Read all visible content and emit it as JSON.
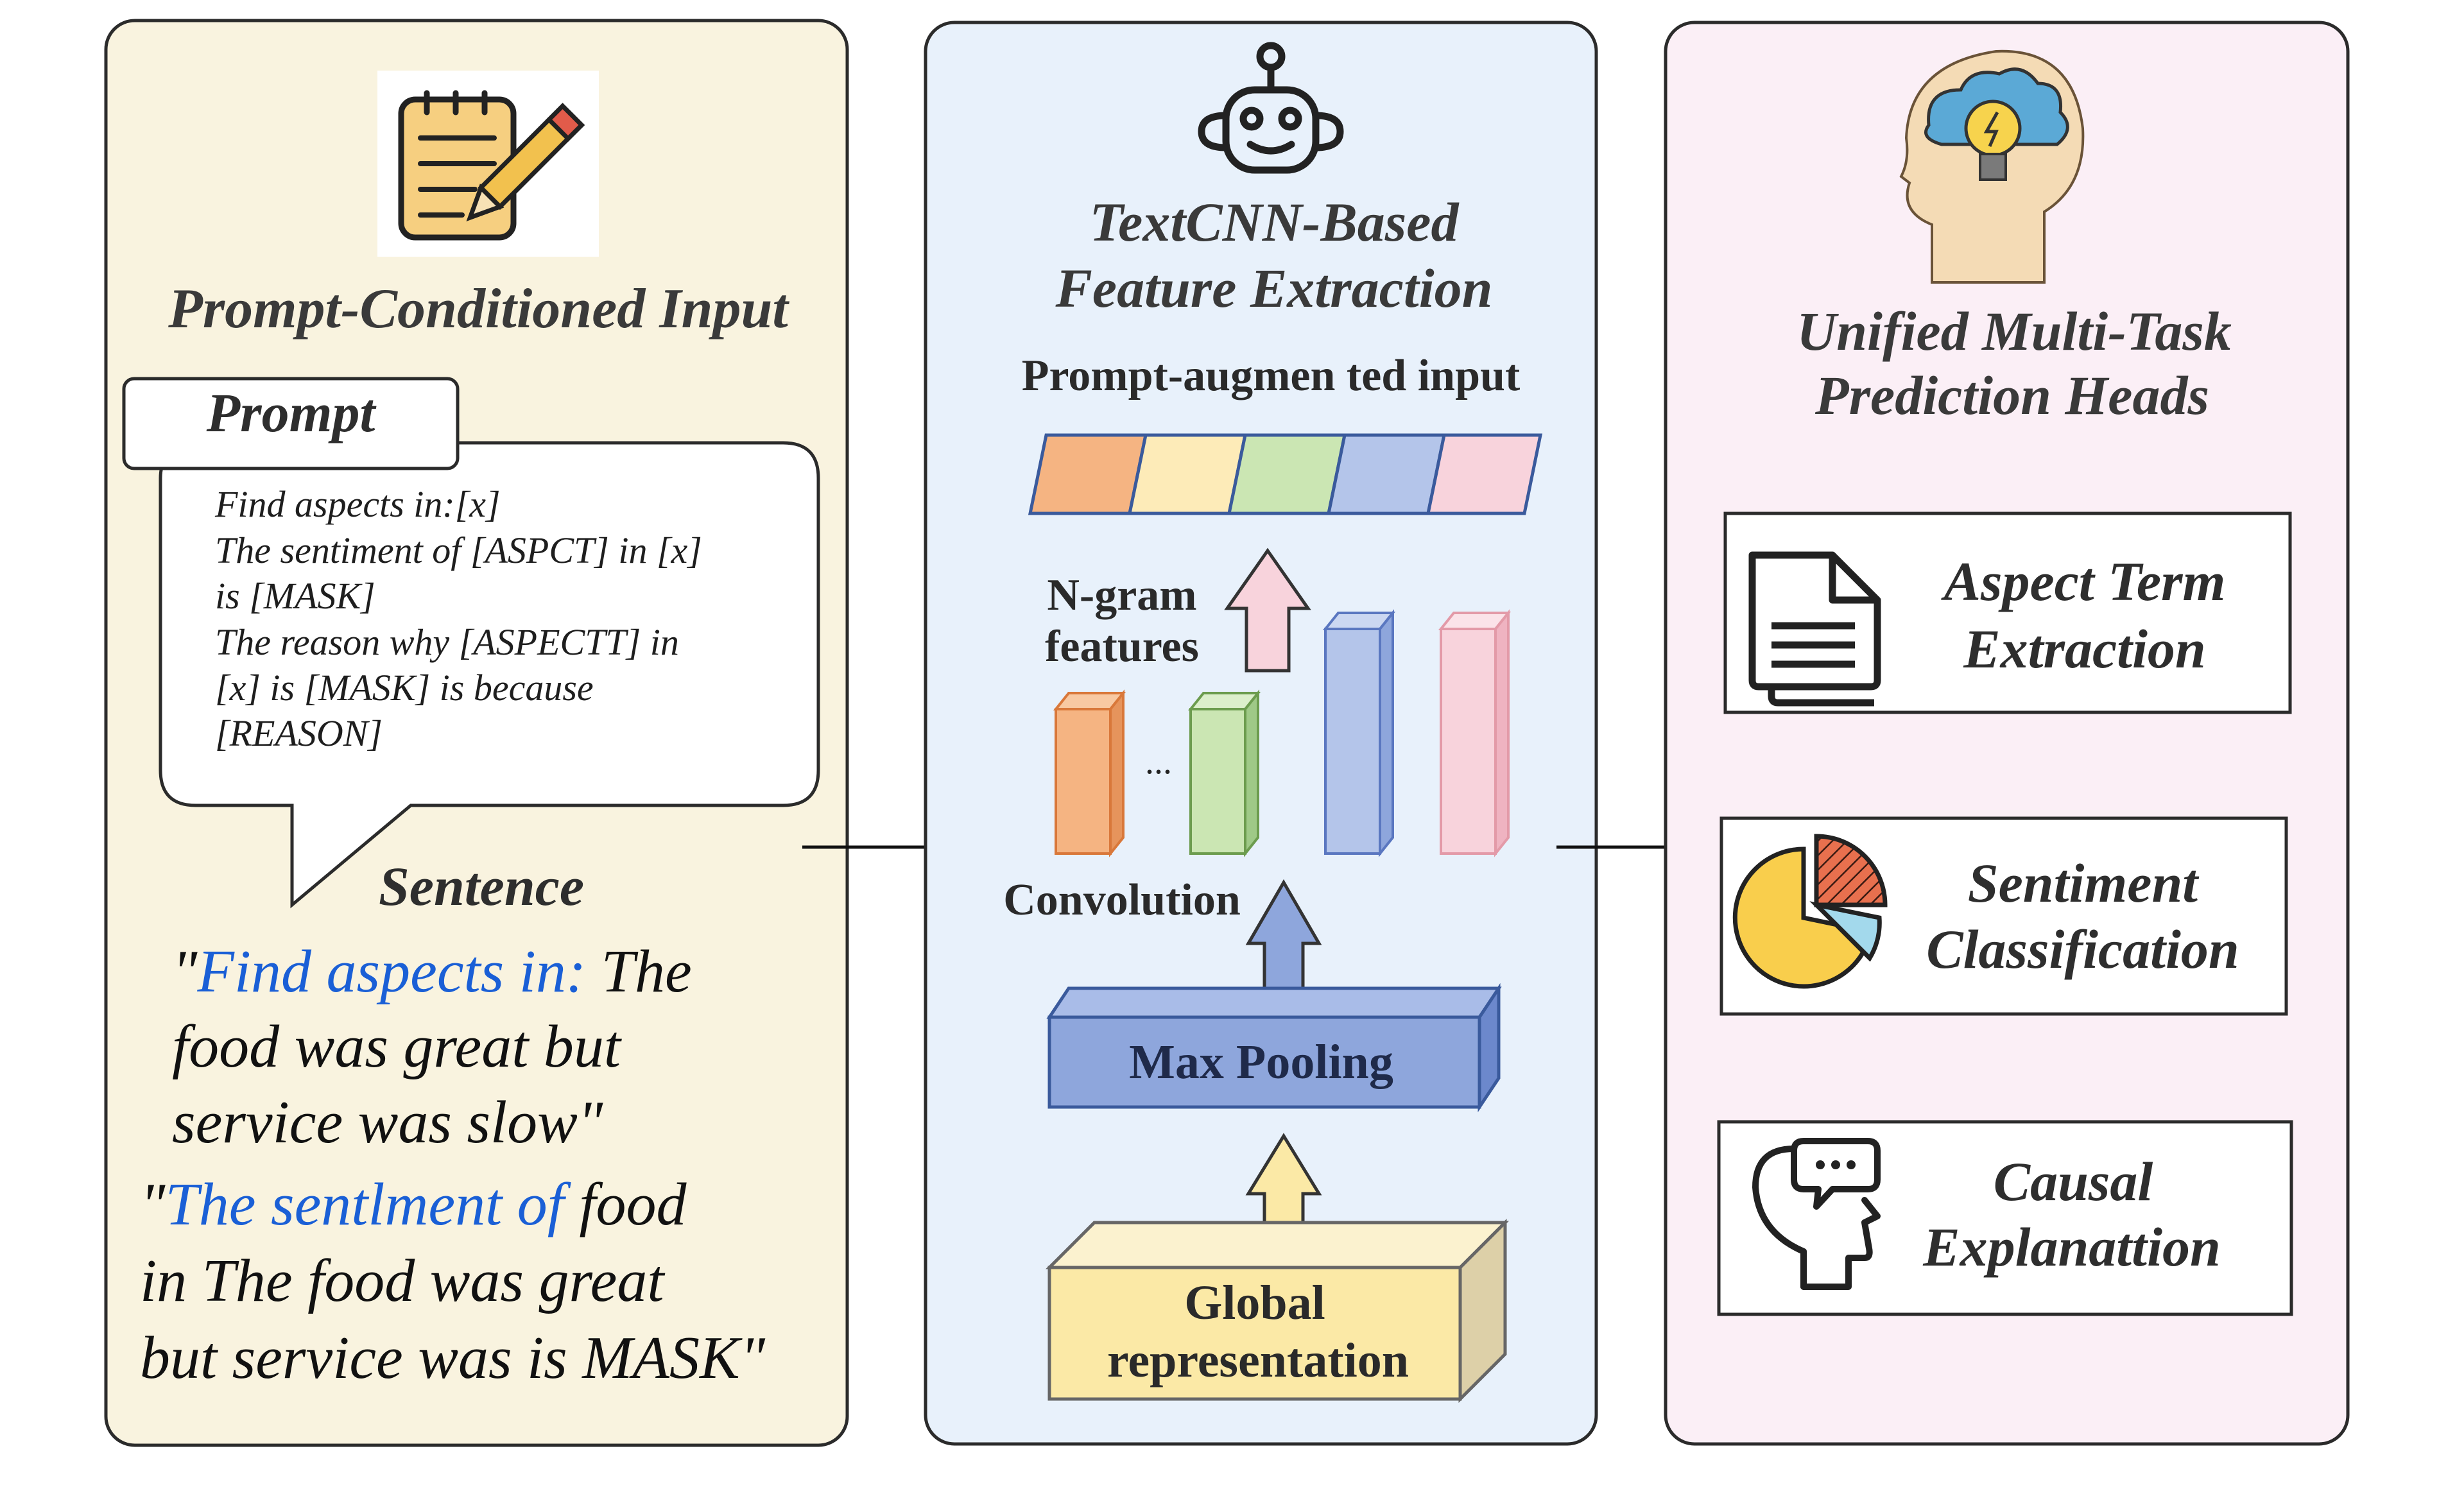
{
  "colors": {
    "panel1_bg": "#f9f3df",
    "panel2_bg": "#e8f1fb",
    "panel3_bg": "#fbeff6",
    "highlight_blue": "#1a5fd6",
    "seg_orange": "#f5b482",
    "seg_yellow": "#fdebb8",
    "seg_green": "#cbe6b3",
    "seg_blue": "#b4c5ea",
    "seg_pink": "#f8d3dc"
  },
  "panel1": {
    "icon": "notepad-pencil-icon",
    "title": "Prompt-Conditioned Input",
    "prompt_tab": "Prompt",
    "prompt_lines": [
      "Find aspects in:[x]",
      "The sentiment of [ASPCT] in [x]",
      "is [MASK]",
      "The reason why [ASPECTT] in",
      "[x] is [MASK] is because",
      "[REASON]"
    ],
    "sentence_label": "Sentence",
    "ex1": {
      "q1": "\"",
      "hl": "Find aspects in:",
      "r1": " The",
      "l2": "food was great but",
      "l3": "service was slow\""
    },
    "ex2": {
      "q1": "\"",
      "hl": "The sentlment of",
      "r1": " food",
      "l2": "in The food was great",
      "l3": "but service was is MASK\""
    }
  },
  "panel2": {
    "icon": "robot-icon",
    "title_l1": "TextCNN-Based",
    "title_l2": "Feature Extraction",
    "input_label": "Prompt-augmen ted input",
    "ngram_l1": "N-gram",
    "ngram_l2": "features",
    "ellipsis": "...",
    "convolution": "Convolution",
    "maxpool": "Max Pooling",
    "global_l1": "Global",
    "global_l2": "representation"
  },
  "panel3": {
    "icon": "head-lightbulb-icon",
    "title_l1": "Unified Multi-Task",
    "title_l2": "Prediction Heads",
    "heads": [
      {
        "icon": "document-icon",
        "l1": "Aspect Term",
        "l2": "Extraction"
      },
      {
        "icon": "pie-chart-icon",
        "l1": "Sentiment",
        "l2": "Classification"
      },
      {
        "icon": "head-speech-icon",
        "l1": "Causal",
        "l2": "Explanattion"
      }
    ]
  }
}
